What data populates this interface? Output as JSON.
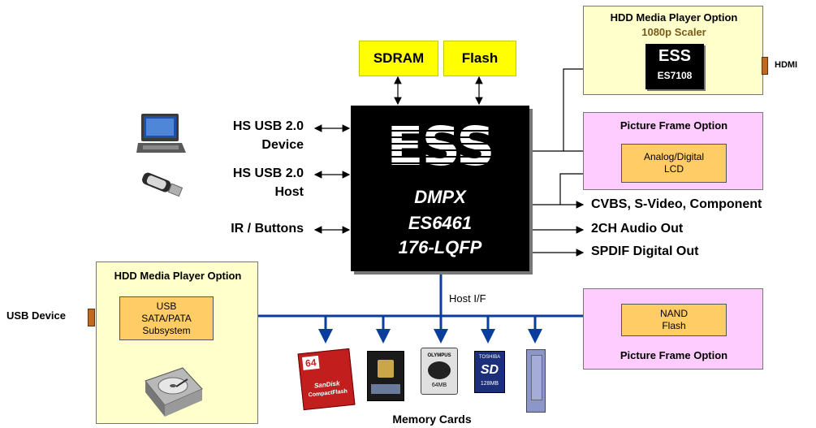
{
  "chip": {
    "logo": "ESS",
    "name": "DMPX",
    "part": "ES6461",
    "package": "176-LQFP"
  },
  "memory_top": {
    "sdram": "SDRAM",
    "flash": "Flash"
  },
  "left_interfaces": {
    "usb_device_l1": "HS USB 2.0",
    "usb_device_l2": "Device",
    "usb_host_l1": "HS USB 2.0",
    "usb_host_l2": "Host",
    "ir": "IR / Buttons"
  },
  "hdd_top": {
    "title": "HDD Media Player Option",
    "subtitle": "1080p Scaler",
    "logo": "ESS",
    "chip": "ES7108",
    "output": "HDMI"
  },
  "picture_frame_top": {
    "title": "Picture Frame Option",
    "block_l1": "Analog/Digital",
    "block_l2": "LCD"
  },
  "outputs": {
    "video": "CVBS, S-Video, Component",
    "audio": "2CH Audio Out",
    "spdif": "SPDIF Digital Out"
  },
  "host_if": "Host I/F",
  "hdd_bottom": {
    "title": "HDD Media Player Option",
    "block_l1": "USB",
    "block_l2": "SATA/PATA",
    "block_l3": "Subsystem",
    "usb_device": "USB Device"
  },
  "nand": {
    "block_l1": "NAND",
    "block_l2": "Flash",
    "title": "Picture Frame Option"
  },
  "memory_cards": {
    "label": "Memory Cards",
    "cf_capacity": "64",
    "cf_brand": "SanDisk",
    "cf_name": "CompactFlash",
    "xd_brand": "OLYMPUS",
    "xd_capacity": "64MB",
    "sd_brand": "TOSHIBA",
    "sd_capacity": "128MB"
  },
  "colors": {
    "bus": "#0a3d9c",
    "yellow": "#ffff00",
    "cream": "#ffffcc",
    "pink": "#ffccff",
    "orange": "#ffcc66"
  }
}
